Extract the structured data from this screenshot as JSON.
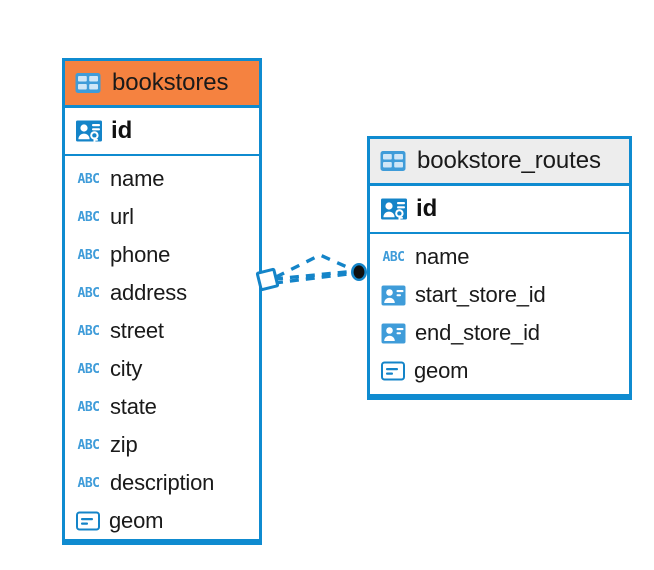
{
  "diagram": {
    "title": "bookstores-bookstore_routes-er-diagram",
    "colors": {
      "accent_blue": "#0f8bd0",
      "header_orange": "#f58240",
      "header_gray": "#ededed",
      "text": "#1a1a1a",
      "abc_blue": "#3f9cd9"
    },
    "entities": [
      {
        "name": "bookstores",
        "header_icon": "table-icon",
        "header_style": "orange",
        "primary_key": {
          "label": "id",
          "icon": "primary-key-icon"
        },
        "fields": [
          {
            "label": "name",
            "icon": "text-type-icon",
            "type": "ABC"
          },
          {
            "label": "url",
            "icon": "text-type-icon",
            "type": "ABC"
          },
          {
            "label": "phone",
            "icon": "text-type-icon",
            "type": "ABC"
          },
          {
            "label": "address",
            "icon": "text-type-icon",
            "type": "ABC"
          },
          {
            "label": "street",
            "icon": "text-type-icon",
            "type": "ABC"
          },
          {
            "label": "city",
            "icon": "text-type-icon",
            "type": "ABC"
          },
          {
            "label": "state",
            "icon": "text-type-icon",
            "type": "ABC"
          },
          {
            "label": "zip",
            "icon": "text-type-icon",
            "type": "ABC"
          },
          {
            "label": "description",
            "icon": "text-type-icon",
            "type": "ABC"
          },
          {
            "label": "geom",
            "icon": "geometry-type-icon",
            "type": "geometry"
          }
        ]
      },
      {
        "name": "bookstore_routes",
        "header_icon": "table-icon",
        "header_style": "gray",
        "primary_key": {
          "label": "id",
          "icon": "primary-key-icon"
        },
        "fields": [
          {
            "label": "name",
            "icon": "text-type-icon",
            "type": "ABC"
          },
          {
            "label": "start_store_id",
            "icon": "foreign-key-icon",
            "type": "reference"
          },
          {
            "label": "end_store_id",
            "icon": "foreign-key-icon",
            "type": "reference"
          },
          {
            "label": "geom",
            "icon": "geometry-type-icon",
            "type": "geometry"
          }
        ]
      }
    ],
    "relationship": {
      "from": "bookstores",
      "to": "bookstore_routes",
      "from_marker": "diamond-marker",
      "to_marker": "filled-circle-marker",
      "line_style": "dashed"
    }
  }
}
